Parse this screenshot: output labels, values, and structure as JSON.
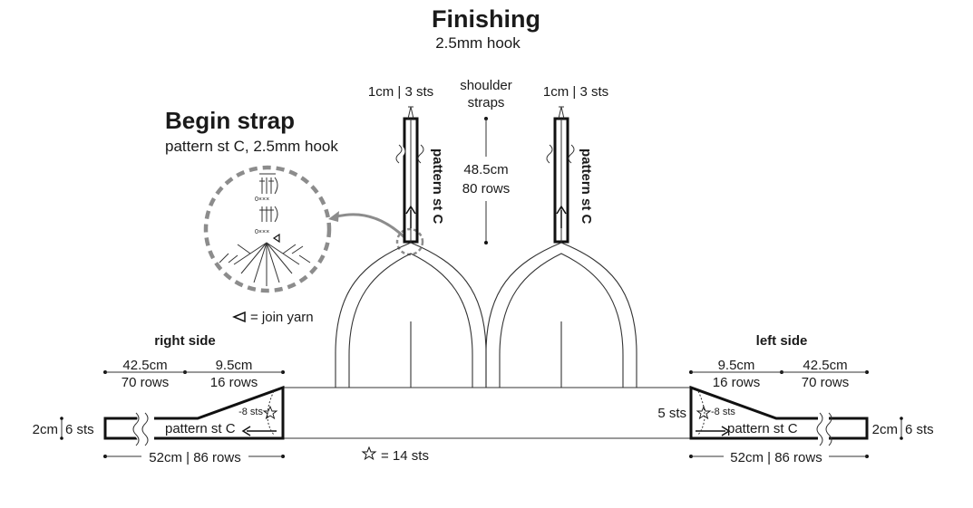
{
  "header": {
    "title": "Finishing",
    "hook": "2.5mm hook"
  },
  "begin_strap": {
    "title": "Begin strap",
    "subtitle": "pattern st C, 2.5mm hook",
    "join_legend": "= join yarn"
  },
  "straps": {
    "left_width": "1cm | 3 sts",
    "right_width": "1cm | 3 sts",
    "label_line1": "shoulder",
    "label_line2": "straps",
    "length_cm": "48.5cm",
    "length_rows": "80 rows",
    "pattern": "pattern st C"
  },
  "right_side": {
    "title": "right side",
    "seg1_cm": "42.5cm",
    "seg1_rows": "70 rows",
    "seg2_cm": "9.5cm",
    "seg2_rows": "16 rows",
    "height_cm": "2cm",
    "height_sts": "6 sts",
    "dec": "-8 sts",
    "pattern": "pattern st C",
    "total": "52cm | 86 rows"
  },
  "left_side": {
    "title": "left side",
    "seg1_cm": "9.5cm",
    "seg1_rows": "16 rows",
    "seg2_cm": "42.5cm",
    "seg2_rows": "70 rows",
    "height_sts_edge": "5 sts",
    "height_cm": "2cm",
    "height_sts": "6 sts",
    "dec": "-8 sts",
    "pattern": "pattern st C",
    "total": "52cm | 86 rows"
  },
  "star_legend": "= 14 sts",
  "chart_glyphs": {
    "row_marks": "0×××"
  },
  "colors": {
    "ink": "#111111",
    "callout": "#8c8c8c"
  }
}
